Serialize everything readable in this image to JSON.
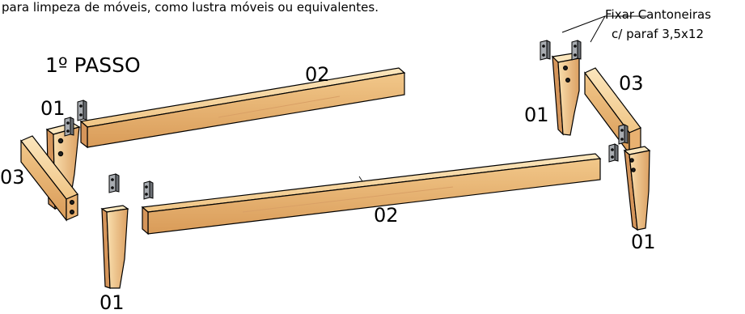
{
  "intro_text": "para limpeza de móveis, como lustra móveis ou equivalentes.",
  "step_title": "1º PASSO",
  "note": {
    "line1": "Fixar Cantoneiras",
    "line2": "c/ paraf 3,5x12"
  },
  "part_labels": {
    "leg": "01",
    "long_rail": "02",
    "short_rail": "03"
  },
  "colors": {
    "wood_light": "#f7d9a4",
    "wood_mid": "#e3a867",
    "wood_dark": "#c9874a",
    "bracket": "#9fa3a8",
    "outline": "#000000"
  }
}
